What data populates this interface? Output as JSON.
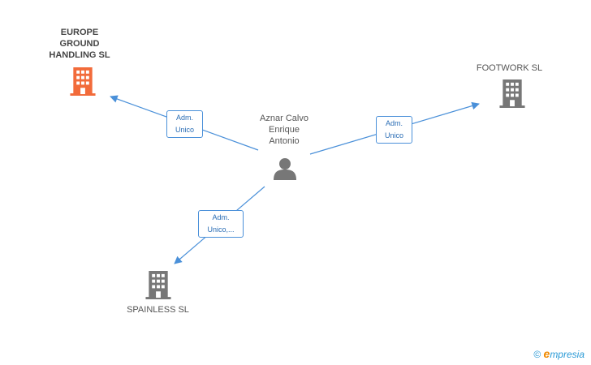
{
  "colors": {
    "edge": "#4a90d9",
    "company_highlight": "#f26b3a",
    "company": "#777777",
    "person": "#777777"
  },
  "center": {
    "name": "Aznar Calvo\nEnrique\nAntonio",
    "icon": "person-icon"
  },
  "companies": [
    {
      "id": "europe",
      "name": "EUROPE\nGROUND\nHANDLING SL",
      "highlight": true,
      "icon": "building-icon"
    },
    {
      "id": "footwork",
      "name": "FOOTWORK  SL",
      "highlight": false,
      "icon": "building-icon"
    },
    {
      "id": "spainless",
      "name": "SPAINLESS  SL",
      "highlight": false,
      "icon": "building-icon"
    }
  ],
  "edges": [
    {
      "to": "europe",
      "label": "Adm.\nUnico"
    },
    {
      "to": "footwork",
      "label": "Adm.\nUnico"
    },
    {
      "to": "spainless",
      "label": "Adm.\nUnico,..."
    }
  ],
  "footer": {
    "copyright_symbol": "©",
    "brand_e": "e",
    "brand_rest": "mpresia"
  }
}
